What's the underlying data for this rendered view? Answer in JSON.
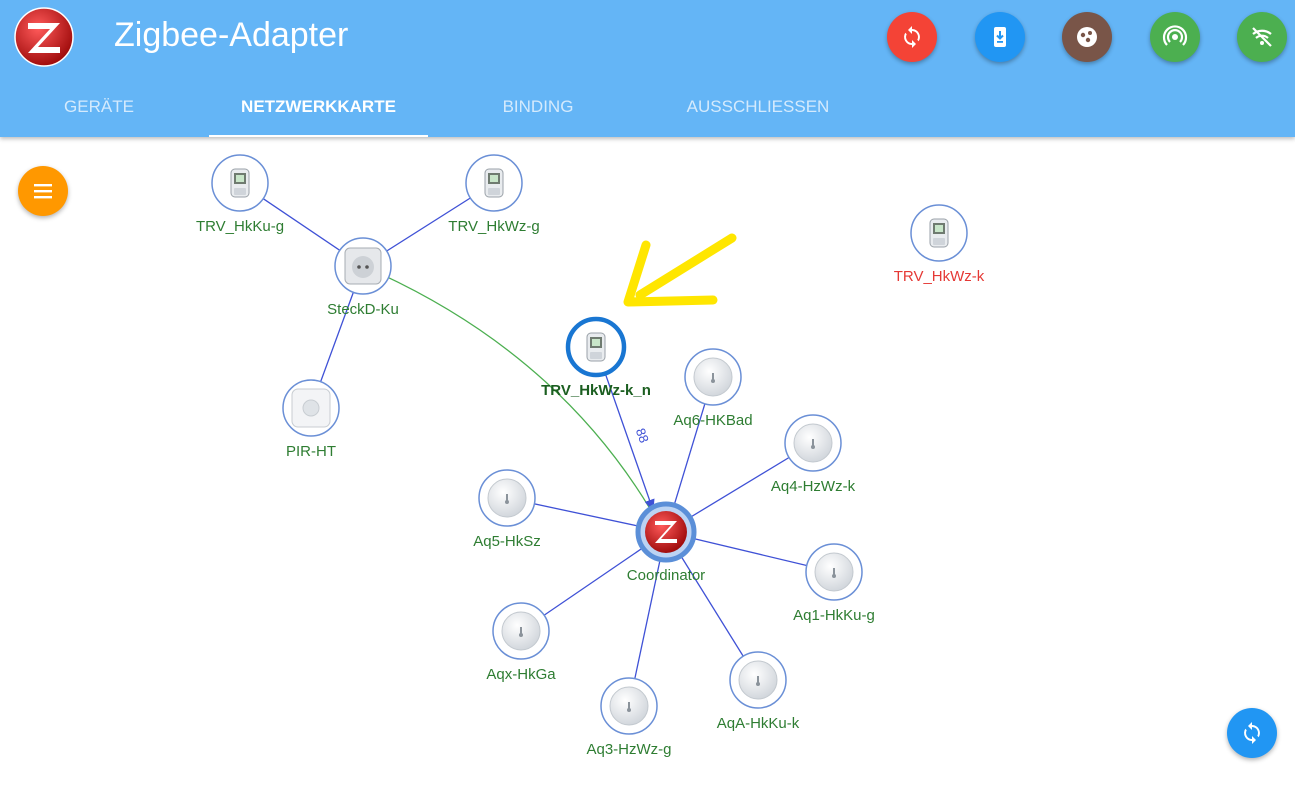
{
  "app": {
    "title": "Zigbee-Adapter"
  },
  "toolbar_icons": [
    "sync-icon",
    "download-icon",
    "cookie-icon",
    "signal-icon",
    "wifi-slash-icon"
  ],
  "tabs": [
    {
      "label": "GERÄTE"
    },
    {
      "label": "NETZWERKKARTE",
      "active": true
    },
    {
      "label": "BINDING"
    },
    {
      "label": "AUSSCHLIESSEN"
    }
  ],
  "colors": {
    "appbar": "#64b5f6",
    "fab_menu": "#ff9800",
    "fab_refresh": "#2196f3",
    "label_ok": "#2e7d32",
    "label_offline": "#e53935",
    "link_blue": "#3f51d6",
    "link_green": "#4caf50",
    "arrow": "#ffe600"
  },
  "map": {
    "nodes": [
      {
        "id": "trv_hkku_g",
        "label": "TRV_HkKu-g",
        "kind": "trv",
        "status": "ok"
      },
      {
        "id": "trv_hkwz_g",
        "label": "TRV_HkWz-g",
        "kind": "trv",
        "status": "ok"
      },
      {
        "id": "steckd_ku",
        "label": "SteckD-Ku",
        "kind": "plug",
        "status": "ok"
      },
      {
        "id": "pir_ht",
        "label": "PIR-HT",
        "kind": "motion",
        "status": "ok"
      },
      {
        "id": "trv_hkwz_k",
        "label": "TRV_HkWz-k",
        "kind": "trv",
        "status": "offline"
      },
      {
        "id": "trv_hkwz_k_n",
        "label": "TRV_HkWz-k_n",
        "kind": "trv",
        "status": "selected"
      },
      {
        "id": "aq6",
        "label": "Aq6-HKBad",
        "kind": "sensor",
        "status": "ok"
      },
      {
        "id": "aq4",
        "label": "Aq4-HzWz-k",
        "kind": "sensor",
        "status": "ok"
      },
      {
        "id": "aq5",
        "label": "Aq5-HkSz",
        "kind": "sensor",
        "status": "ok"
      },
      {
        "id": "coord",
        "label": "Coordinator",
        "kind": "coordinator",
        "status": "ok"
      },
      {
        "id": "aq1",
        "label": "Aq1-HkKu-g",
        "kind": "sensor",
        "status": "ok"
      },
      {
        "id": "aqx",
        "label": "Aqx-HkGa",
        "kind": "sensor",
        "status": "ok"
      },
      {
        "id": "aqa",
        "label": "AqA-HkKu-k",
        "kind": "sensor",
        "status": "ok"
      },
      {
        "id": "aq3",
        "label": "Aq3-HzWz-g",
        "kind": "sensor",
        "status": "ok"
      }
    ],
    "links": [
      {
        "from": "trv_hkku_g",
        "to": "steckd_ku",
        "color": "blue"
      },
      {
        "from": "trv_hkwz_g",
        "to": "steckd_ku",
        "color": "blue"
      },
      {
        "from": "pir_ht",
        "to": "steckd_ku",
        "color": "blue"
      },
      {
        "from": "steckd_ku",
        "to": "coord",
        "color": "green"
      },
      {
        "from": "trv_hkwz_k_n",
        "to": "coord",
        "color": "blue",
        "label": "88"
      },
      {
        "from": "aq6",
        "to": "coord",
        "color": "blue"
      },
      {
        "from": "aq4",
        "to": "coord",
        "color": "blue"
      },
      {
        "from": "aq5",
        "to": "coord",
        "color": "blue"
      },
      {
        "from": "aq1",
        "to": "coord",
        "color": "blue"
      },
      {
        "from": "aqx",
        "to": "coord",
        "color": "blue"
      },
      {
        "from": "aqa",
        "to": "coord",
        "color": "blue"
      },
      {
        "from": "aq3",
        "to": "coord",
        "color": "blue"
      }
    ]
  }
}
